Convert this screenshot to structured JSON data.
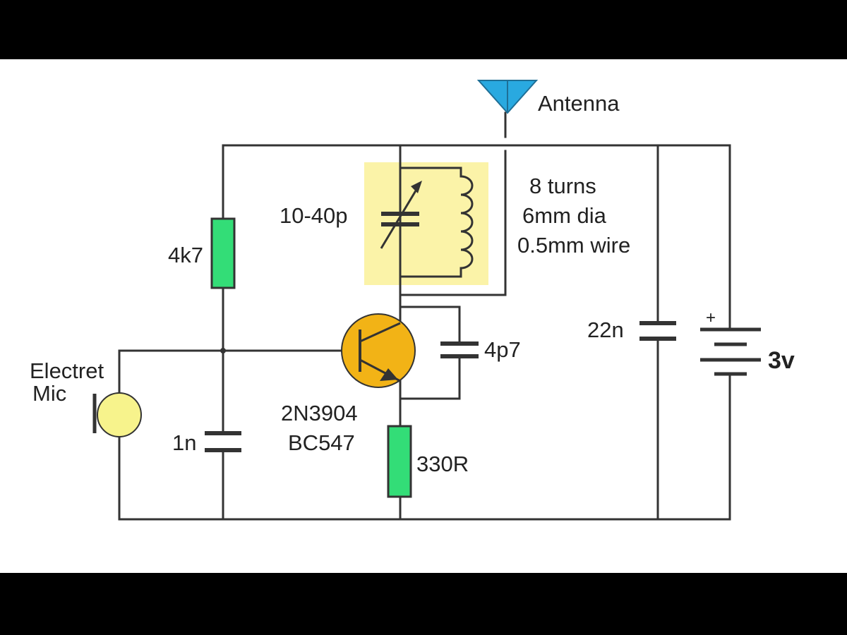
{
  "labels": {
    "antenna": "Antenna",
    "coil_line1": "8 turns",
    "coil_line2": "6mm dia",
    "coil_line3": "0.5mm wire",
    "var_cap": "10-40p",
    "r1": "4k7",
    "mic_line1": "Electret",
    "mic_line2": "Mic",
    "c_1n": "1n",
    "transistor_line1": "2N3904",
    "transistor_line2": "BC547",
    "c_4p7": "4p7",
    "r_330": "330R",
    "c_22n": "22n",
    "battery": "3v",
    "battery_plus": "+"
  },
  "colors": {
    "frame": "#000000",
    "canvas": "#ffffff",
    "wire": "#333333",
    "resistor": "#33dd77",
    "antenna": "#29a9e0",
    "transistor": "#f2b316",
    "mic": "#f7f38c",
    "tank_highlight": "#fbf3a8"
  }
}
